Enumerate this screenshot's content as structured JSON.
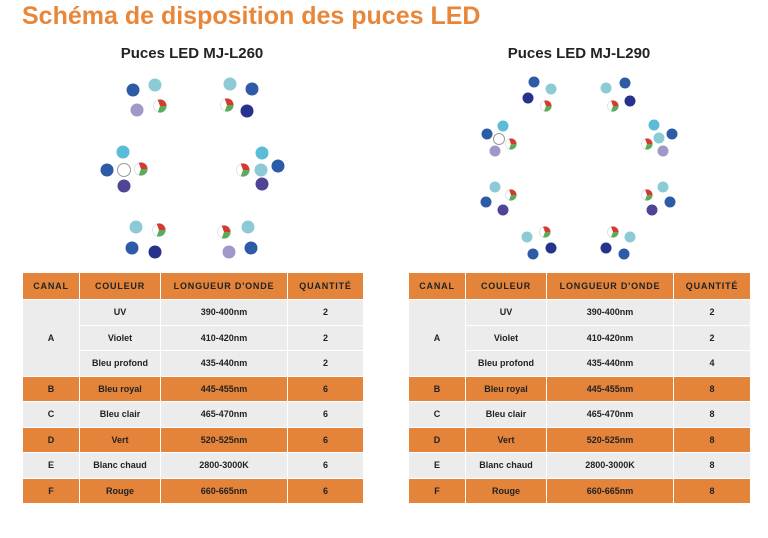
{
  "title": "Schéma de disposition des puces LED",
  "colors": {
    "accent": "#e4843a",
    "title": "#e8873a",
    "row": "#ececec"
  },
  "led_colors": {
    "blue": "#2e5ba6",
    "teal": "#8ccbd6",
    "navy": "#26328c",
    "lavender": "#a197c9",
    "cyan": "#5bbcd8",
    "purple": "#4e4596",
    "red": "#d63a2f",
    "green": "#5aab5a"
  },
  "headers": [
    "CANAL",
    "COULEUR",
    "LONGUEUR D'ONDE",
    "QUANTITÉ"
  ],
  "models": [
    {
      "name": "Puces LED MJ-L260",
      "rows": [
        {
          "canal": "A",
          "couleur": "UV",
          "onde": "390-400nm",
          "qte": "2"
        },
        {
          "canal": "",
          "couleur": "Violet",
          "onde": "410-420nm",
          "qte": "2"
        },
        {
          "canal": "",
          "couleur": "Bleu profond",
          "onde": "435-440nm",
          "qte": "2"
        },
        {
          "canal": "B",
          "couleur": "Bleu royal",
          "onde": "445-455nm",
          "qte": "6"
        },
        {
          "canal": "C",
          "couleur": "Bleu clair",
          "onde": "465-470nm",
          "qte": "6"
        },
        {
          "canal": "D",
          "couleur": "Vert",
          "onde": "520-525nm",
          "qte": "6"
        },
        {
          "canal": "E",
          "couleur": "Blanc chaud",
          "onde": "2800-3000K",
          "qte": "6"
        },
        {
          "canal": "F",
          "couleur": "Rouge",
          "onde": "660-665nm",
          "qte": "6"
        }
      ]
    },
    {
      "name": "Puces LED MJ-L290",
      "rows": [
        {
          "canal": "A",
          "couleur": "UV",
          "onde": "390-400nm",
          "qte": "2"
        },
        {
          "canal": "",
          "couleur": "Violet",
          "onde": "410-420nm",
          "qte": "2"
        },
        {
          "canal": "",
          "couleur": "Bleu profond",
          "onde": "435-440nm",
          "qte": "4"
        },
        {
          "canal": "B",
          "couleur": "Bleu royal",
          "onde": "445-455nm",
          "qte": "8"
        },
        {
          "canal": "C",
          "couleur": "Bleu clair",
          "onde": "465-470nm",
          "qte": "8"
        },
        {
          "canal": "D",
          "couleur": "Vert",
          "onde": "520-525nm",
          "qte": "8"
        },
        {
          "canal": "E",
          "couleur": "Blanc chaud",
          "onde": "2800-3000K",
          "qte": "8"
        },
        {
          "canal": "F",
          "couleur": "Rouge",
          "onde": "660-665nm",
          "qte": "8"
        }
      ]
    }
  ]
}
